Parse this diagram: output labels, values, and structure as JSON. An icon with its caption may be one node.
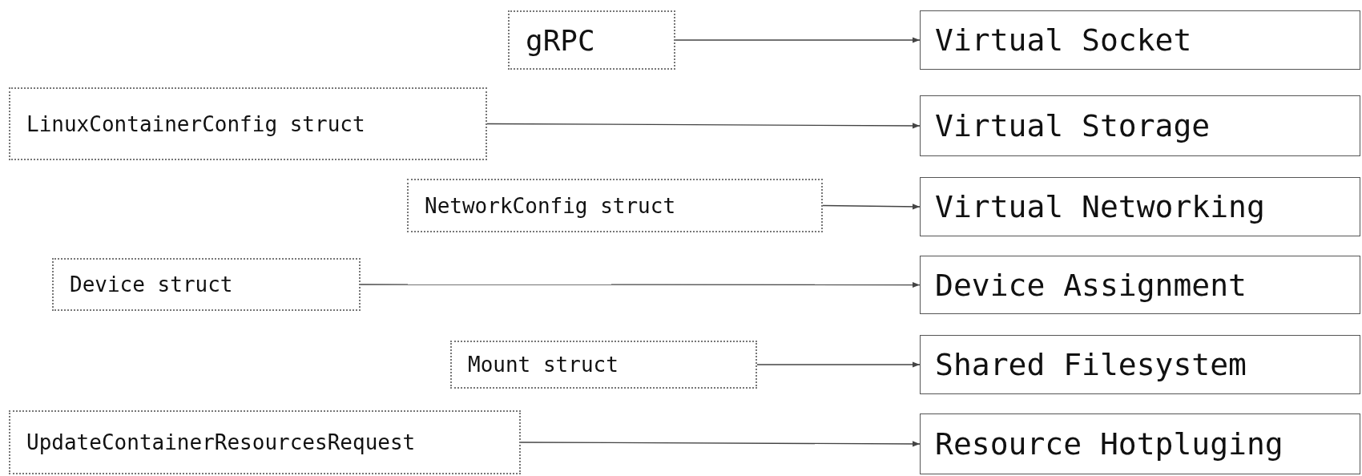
{
  "diagram": {
    "nodes": [
      {
        "text": [
          "gRPC"
        ]
      },
      {
        "text": [
          "Virtual Socket"
        ]
      },
      {
        "text": [
          "LinuxContainerConfig struct"
        ]
      },
      {
        "text": [
          "Virtual Storage"
        ]
      },
      {
        "text": [
          "NetworkConfig struct"
        ]
      },
      {
        "text": [
          "Virtual Networking"
        ]
      },
      {
        "text": [
          "Device struct"
        ]
      },
      {
        "text": [
          "Device Assignment"
        ]
      },
      {
        "text": [
          "Mount struct"
        ]
      },
      {
        "text": [
          "Shared Filesystem"
        ]
      },
      {
        "text": [
          "UpdateContainerResourcesRequest"
        ]
      },
      {
        "text": [
          "Resource Hotpluging"
        ]
      }
    ],
    "edges": [
      {
        "from": 0,
        "to": 1,
        "arrow": "to"
      },
      {
        "from": 2,
        "to": 3,
        "arrow": "to"
      },
      {
        "from": 4,
        "to": 5,
        "arrow": "to"
      },
      {
        "from": 6,
        "to": 7,
        "arrow": "to"
      },
      {
        "from": 8,
        "to": 9,
        "arrow": "to"
      },
      {
        "from": 10,
        "to": 11,
        "arrow": "to"
      }
    ]
  }
}
